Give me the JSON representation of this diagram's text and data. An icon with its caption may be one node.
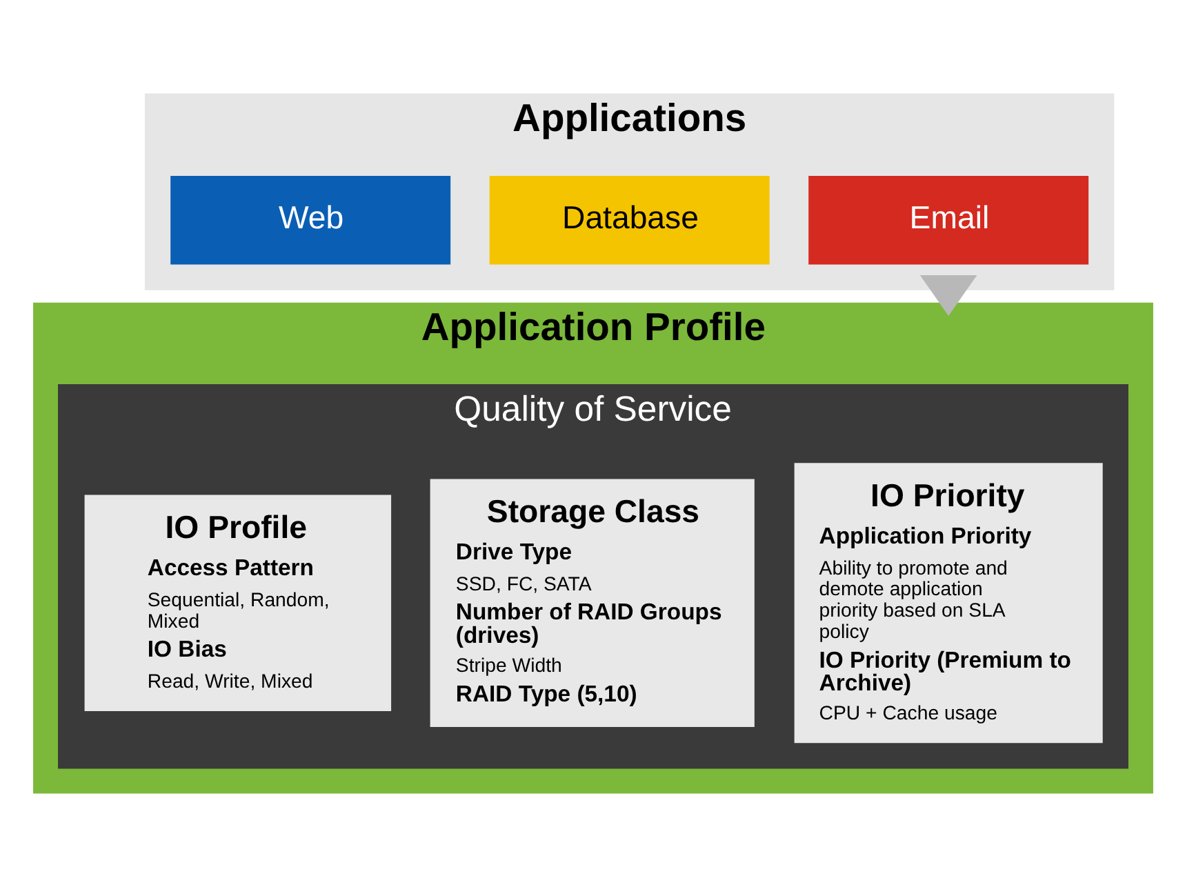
{
  "diagram": {
    "nodes": [
      {
        "text": [
          "Applications"
        ]
      },
      {
        "text": [
          "Email"
        ],
        "in": 0
      },
      {
        "text": [
          "Database"
        ],
        "in": 0
      },
      {
        "text": [
          "Web"
        ],
        "in": 0
      },
      {
        "text": [
          "Application Profile"
        ]
      },
      {
        "text": [
          "Quality of Service"
        ],
        "in": 4
      },
      {
        "text": [
          "IO Priority",
          "Application Priority",
          "Ability to promote and demote application priority based on SLA policy",
          "IO Priority (Premium to Archive)",
          "CPU + Cache usage"
        ],
        "in": 5
      },
      {
        "text": [
          "Storage Class",
          "Drive Type",
          "SSD, FC, SATA",
          "Number of RAID Groups (drives)",
          "Stripe Width",
          "RAID Type (5,10)"
        ],
        "in": 5
      },
      {
        "text": [
          "IO Profile",
          "Access Pattern",
          "Sequential, Random, Mixed",
          "IO Bias",
          "Read, Write, Mixed"
        ],
        "in": 5
      }
    ],
    "edges": [
      {
        "from": 0,
        "to": 4,
        "arrow": "to",
        "style": "thick",
        "color": "#b8b8b8"
      }
    ]
  }
}
